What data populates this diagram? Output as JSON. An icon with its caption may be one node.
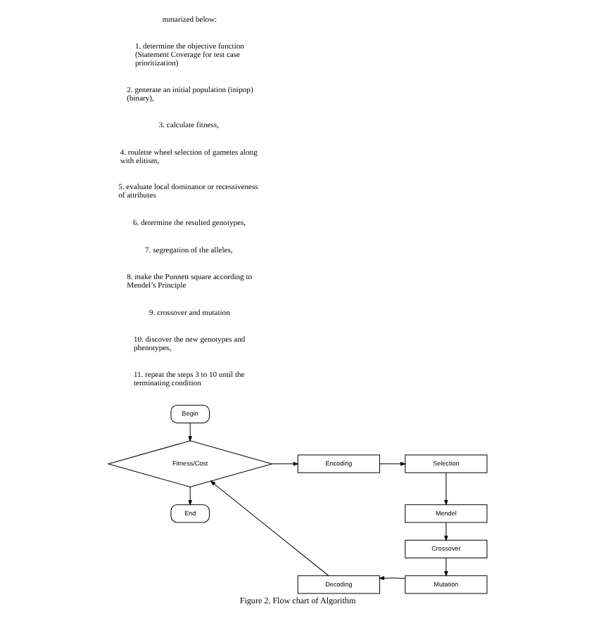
{
  "diagram": {
    "caption": "Figure 2. Flow chart of Algorithm",
    "nodes": [
      {
        "text": [
          "Begin"
        ]
      },
      {
        "text": [
          "Fitness/Cost"
        ]
      },
      {
        "text": [
          "Encoding"
        ]
      },
      {
        "text": [
          "Selection"
        ]
      },
      {
        "text": [
          "Mendel"
        ]
      },
      {
        "text": [
          "Crossover"
        ]
      },
      {
        "text": [
          "Mutation"
        ]
      },
      {
        "text": [
          "Decoding"
        ]
      },
      {
        "text": [
          "End"
        ]
      }
    ],
    "edges": [
      {
        "from": 0,
        "to": 1,
        "arrow": "to"
      },
      {
        "from": 1,
        "to": 2,
        "arrow": "to"
      },
      {
        "from": 2,
        "to": 3,
        "arrow": "to"
      },
      {
        "from": 3,
        "to": 4,
        "arrow": "to"
      },
      {
        "from": 4,
        "to": 5,
        "arrow": "to"
      },
      {
        "from": 5,
        "to": 6,
        "arrow": "to"
      },
      {
        "from": 6,
        "to": 7,
        "arrow": "to"
      },
      {
        "from": 7,
        "to": 1,
        "arrow": "to"
      },
      {
        "from": 1,
        "to": 8,
        "arrow": "to"
      }
    ],
    "labels": [
      "mmarized below:",
      "1. determine the objective function (Statement Coverage for test case prioritization)",
      "2. generate an initial population (inipop) (binary),",
      "3. calculate fitness,",
      "4. roulette wheel selection of gametes along with elitism,",
      "5. evaluate local dominance or recessiveness of attributes",
      "6. determine the resulted genotypes,",
      "7. segregation of the alleles,",
      "8. make the Punnett square according to Mendel’s Principle",
      "9. crossover and mutation",
      "10. discover the new genotypes and phenotypes,",
      "11. repeat the steps 3 to 10 until the terminating condition"
    ]
  }
}
